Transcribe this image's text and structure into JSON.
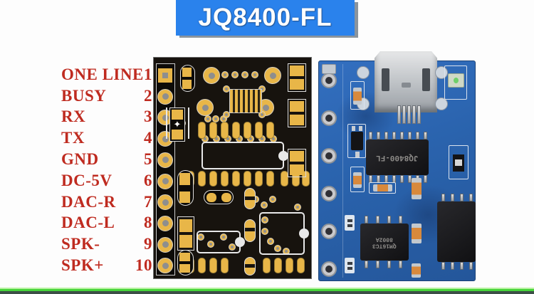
{
  "banner": {
    "title": "JQ8400-FL"
  },
  "pinout": {
    "pins": [
      {
        "name": "ONE LINE",
        "number": "1"
      },
      {
        "name": "BUSY",
        "number": "2"
      },
      {
        "name": "RX",
        "number": "3"
      },
      {
        "name": "TX",
        "number": "4"
      },
      {
        "name": "GND",
        "number": "5"
      },
      {
        "name": "DC-5V",
        "number": "6"
      },
      {
        "name": "DAC-R",
        "number": "7"
      },
      {
        "name": "DAC-L",
        "number": "8"
      },
      {
        "name": "SPK-",
        "number": "9"
      },
      {
        "name": "SPK+",
        "number": "10"
      }
    ]
  },
  "module_photo": {
    "main_chip_label": "JQ8400-FL",
    "amp_chip_label_line1": "8002A",
    "amp_chip_label_line2": "QM16TC3"
  },
  "colors": {
    "banner_bg": "#2a82ec",
    "banner_text": "#ffffff",
    "pin_label_red": "#bf2b20",
    "board_black": "#17130e",
    "pad_yellow": "#e8b648",
    "pcb_blue": "#2a63ad",
    "footer_green": "#46d43a"
  }
}
